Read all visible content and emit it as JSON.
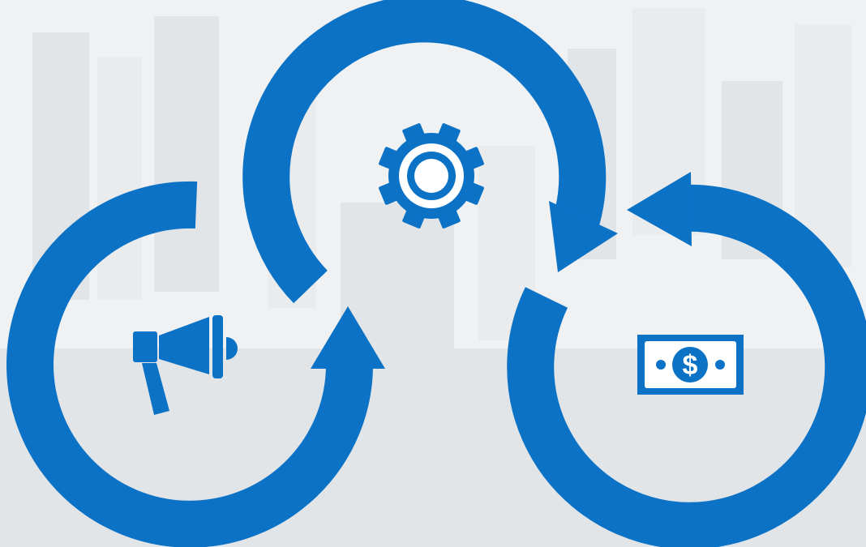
{
  "diagram": {
    "type": "cycle",
    "colors": {
      "accent": "#0b72c6",
      "background": "#f0f1f2",
      "skyline": "#e3e5e8",
      "skyline_dark": "#d7dade",
      "icon_inner": "#ffffff"
    },
    "loops": [
      {
        "id": "marketing",
        "icon": "megaphone-icon"
      },
      {
        "id": "operations",
        "icon": "gear-icon"
      },
      {
        "id": "finance",
        "icon": "dollar-bill-icon"
      }
    ],
    "bill_symbol": "$"
  }
}
